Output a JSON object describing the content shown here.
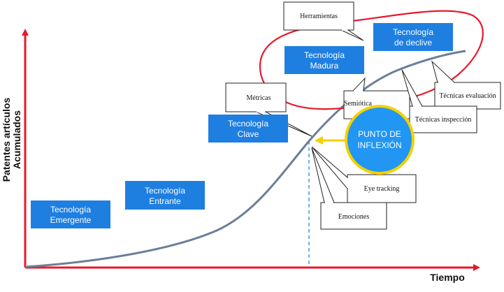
{
  "axes": {
    "y_label_line1": "Patentes artículos",
    "y_label_line2": "Acumulados",
    "x_label": "Tiempo"
  },
  "stages": [
    {
      "line1": "Tecnología",
      "line2": "Emergente"
    },
    {
      "line1": "Tecnología",
      "line2": "Entrante"
    },
    {
      "line1": "Tecnología",
      "line2": "Clave"
    },
    {
      "line1": "Tecnología",
      "line2": "Madura"
    },
    {
      "line1": "Tecnología",
      "line2": "de declive"
    }
  ],
  "callouts": {
    "herramientas": "Herramientas",
    "metricas": "Métricas",
    "semiotica": "Semiótica",
    "tecnicas_evaluacion": "Técnicas evaluación",
    "tecnicas_inspeccion": "Técnicas inspección",
    "eye_tracking": "Eye tracking",
    "emociones": "Emociones"
  },
  "inflection": {
    "line1": "PUNTO DE",
    "line2": "INFLEXIÓN"
  },
  "colors": {
    "axis": "#e8192c",
    "curve": "#6b7f96",
    "stage_box": "#1e7fe0",
    "inflection_fill": "#2196f3",
    "inflection_ring": "#f5d000",
    "ellipse": "#e8192c",
    "dashed_line": "#3a9be0"
  }
}
